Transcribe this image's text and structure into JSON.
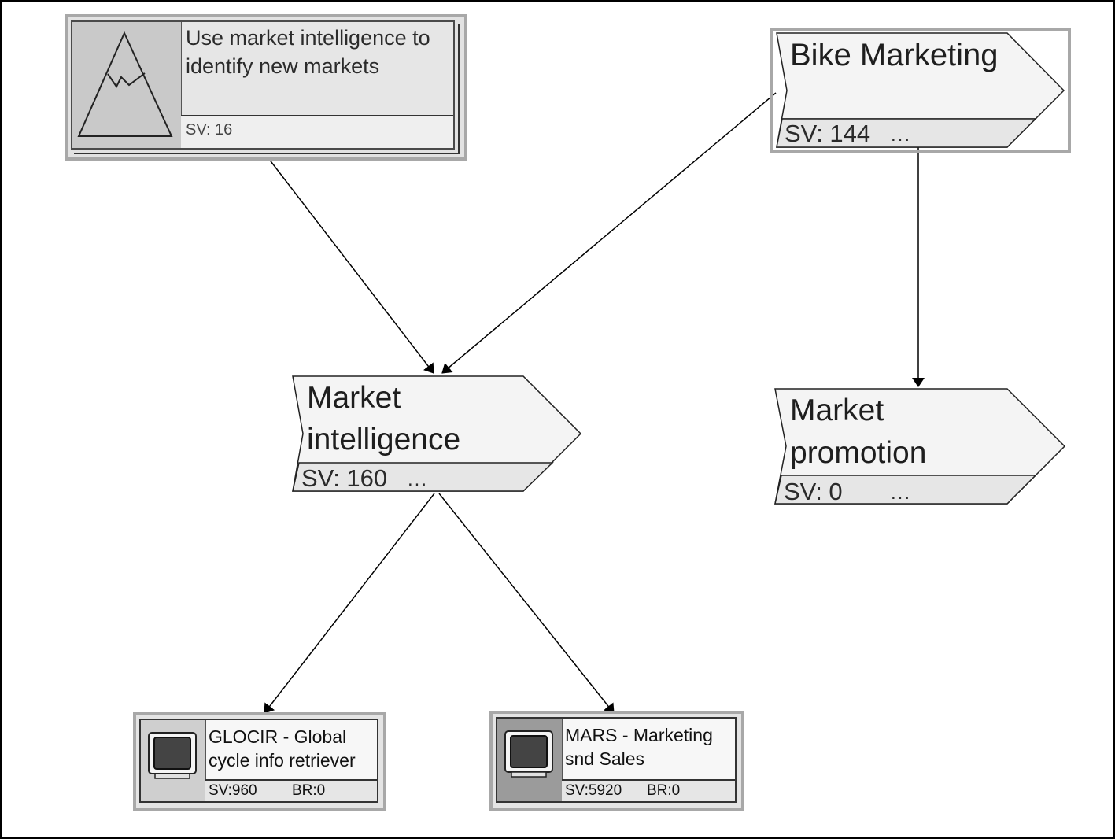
{
  "nodes": {
    "goal": {
      "title": "Use market intelligence to identify new markets",
      "sv": "SV: 16"
    },
    "bike_marketing": {
      "title": "Bike Marketing",
      "sv": "SV: 144",
      "more": "..."
    },
    "market_intelligence": {
      "title_line1": "Market",
      "title_line2": "intelligence",
      "sv": "SV: 160",
      "more": "..."
    },
    "market_promotion": {
      "title_line1": "Market",
      "title_line2": "promotion",
      "sv": "SV: 0",
      "more": "..."
    },
    "glocir": {
      "title": "GLOCIR - Global cycle info retriever",
      "sv": "SV:960",
      "br": "BR:0"
    },
    "mars": {
      "title": "MARS - Marketing snd Sales",
      "sv": "SV:5920",
      "br": "BR:0"
    }
  },
  "connections": [
    {
      "from": "goal",
      "to": "market_intelligence"
    },
    {
      "from": "bike_marketing",
      "to": "market_intelligence"
    },
    {
      "from": "bike_marketing",
      "to": "market_promotion"
    },
    {
      "from": "market_intelligence",
      "to": "glocir"
    },
    {
      "from": "market_intelligence",
      "to": "mars"
    }
  ],
  "colors": {
    "node_fill": "#f4f4f4",
    "frame": "#a8a8a8",
    "line": "#000000",
    "goal_fill": "#e6e6e6"
  }
}
